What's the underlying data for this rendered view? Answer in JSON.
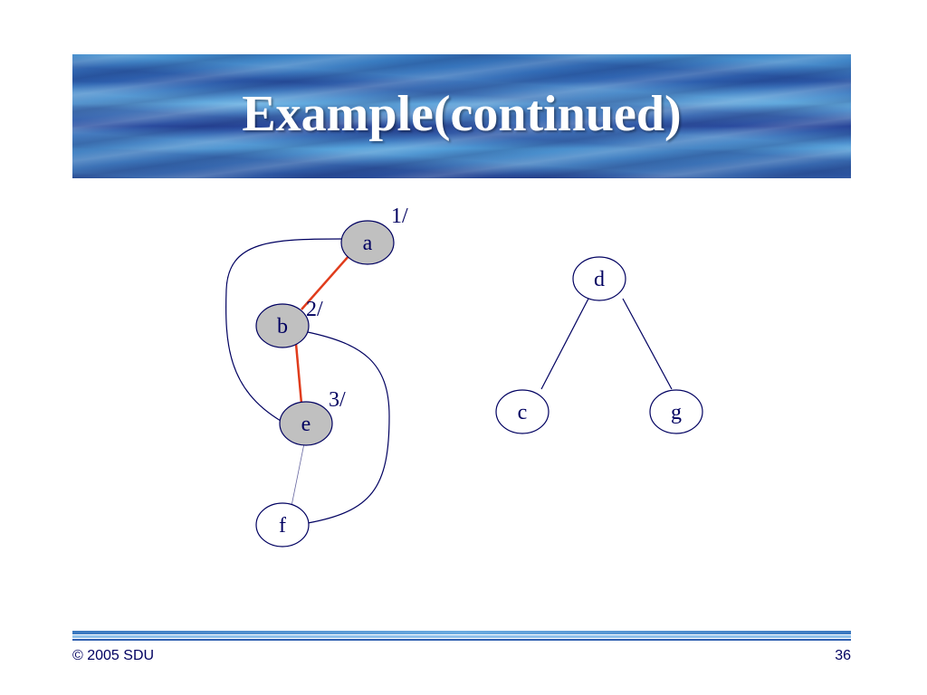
{
  "slide": {
    "title": "Example(continued)",
    "footer_left": "© 2005 SDU",
    "page_number": "36"
  },
  "graph": {
    "nodes": [
      {
        "id": "a",
        "label": "a",
        "visited": true,
        "time": "1/"
      },
      {
        "id": "b",
        "label": "b",
        "visited": true,
        "time": "2/"
      },
      {
        "id": "e",
        "label": "e",
        "visited": true,
        "time": "3/"
      },
      {
        "id": "f",
        "label": "f",
        "visited": false,
        "time": ""
      },
      {
        "id": "d",
        "label": "d",
        "visited": false,
        "time": ""
      },
      {
        "id": "c",
        "label": "c",
        "visited": false,
        "time": ""
      },
      {
        "id": "g",
        "label": "g",
        "visited": false,
        "time": ""
      }
    ],
    "edges": [
      {
        "from": "a",
        "to": "b",
        "tree_edge": true
      },
      {
        "from": "b",
        "to": "e",
        "tree_edge": true
      },
      {
        "from": "a",
        "to": "e",
        "tree_edge": false
      },
      {
        "from": "b",
        "to": "f",
        "tree_edge": false
      },
      {
        "from": "e",
        "to": "f",
        "tree_edge": false
      },
      {
        "from": "d",
        "to": "c",
        "tree_edge": false
      },
      {
        "from": "d",
        "to": "g",
        "tree_edge": false
      }
    ],
    "colors": {
      "visited_fill": "#c0c0c0",
      "unvisited_fill": "#ffffff",
      "tree_edge": "#e03c1c",
      "edge": "#000060"
    }
  }
}
